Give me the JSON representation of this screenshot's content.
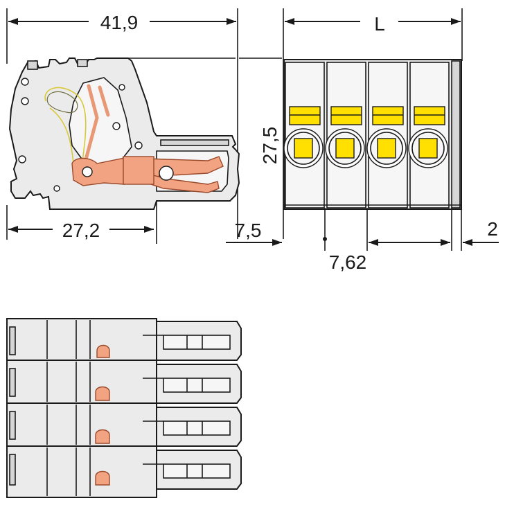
{
  "dimensions": {
    "total_depth": "41,9",
    "length": "L",
    "height": "27,5",
    "base_depth": "27,2",
    "pin_offset": "7,5",
    "pitch": "7,62",
    "end_offset": "2"
  },
  "pole_count": 4,
  "colors": {
    "housing": "#ebebeb",
    "outline": "#1a1a1a",
    "copper": "#f2a381",
    "actuator": "#ffe000"
  }
}
